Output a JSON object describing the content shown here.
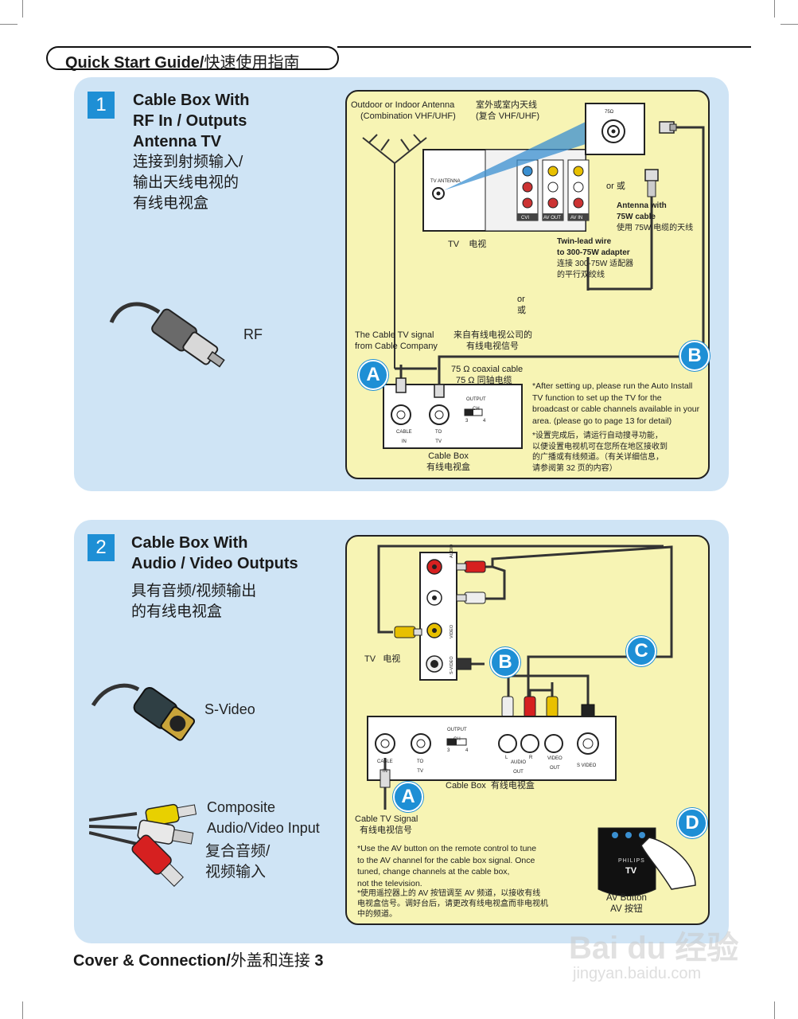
{
  "header": {
    "title_en": "Quick Start Guide/",
    "title_cn": "快速使用指南"
  },
  "section1": {
    "number": "1",
    "title_en": [
      "Cable Box With",
      "RF In / Outputs",
      "Antenna TV"
    ],
    "title_cn": [
      "连接到射频输入/",
      "输出天线电视的",
      "有线电视盒"
    ],
    "connector_label": "RF",
    "labels": {
      "antenna_en": [
        "Outdoor or Indoor Antenna",
        "(Combination VHF/UHF)"
      ],
      "antenna_cn": [
        "室外或室内天线",
        "(复合 VHF/UHF)"
      ],
      "tv_en": "TV",
      "tv_cn": "电视",
      "or1_en": "or",
      "or1_cn": "或",
      "antenna75_en": [
        "Antenna with",
        "75W cable"
      ],
      "antenna75_cn": "使用 75W 电缆的天线",
      "twin_en": [
        "Twin-lead wire",
        "to 300-75W adapter"
      ],
      "twin_cn": [
        "连接 300-75W 适配器",
        "的平行双绞线"
      ],
      "or2_en": "or",
      "or2_cn": "或",
      "cable_signal_en": [
        "The Cable TV signal",
        "from Cable Company"
      ],
      "cable_signal_cn": [
        "来自有线电视公司的",
        "有线电视信号"
      ],
      "coax_en": "75 Ω coaxial cable",
      "coax_cn": "75 Ω  同轴电缆",
      "cable_box_en": "Cable Box",
      "cable_box_cn": "有线电视盒",
      "cable_in": [
        "CABLE",
        "IN"
      ],
      "to_tv": [
        "TO",
        "TV"
      ],
      "output_ch": [
        "OUTPUT",
        "CH"
      ],
      "ch3": "3",
      "ch4": "4",
      "note_en": [
        "*After setting up, please run the Auto Install",
        "TV function to set up the TV for the",
        "broadcast or cable channels available in your",
        "area. (please go to page 13 for detail)"
      ],
      "note_cn": [
        "*设置完成后，请运行自动搜寻功能，",
        "以便设置电视机可在您所在地区接收到",
        "的广播或有线频道。（有关详细信息，",
        "请参阅第 32 页的内容）"
      ],
      "jack_cvi": "CVI",
      "jack_avout": "AV OUT",
      "jack_avin": "AV IN",
      "tv_antenna": "TV ANTENNA",
      "ohm75": "75Ω"
    },
    "bubbles": {
      "a": "A",
      "b": "B"
    }
  },
  "section2": {
    "number": "2",
    "title_en": [
      "Cable Box With",
      "Audio / Video Outputs"
    ],
    "title_cn": [
      "具有音频/视频输出",
      "的有线电视盒"
    ],
    "svideo_label": "S-Video",
    "composite_en": [
      "Composite",
      "Audio/Video Input"
    ],
    "composite_cn": [
      "复合音频/",
      "视频输入"
    ],
    "labels": {
      "tv_en": "TV",
      "tv_cn": "电视",
      "cable_box_en": "Cable Box",
      "cable_box_cn": "有线电视盒",
      "cable_signal_en": "Cable TV Signal",
      "cable_signal_cn": "有线电视信号",
      "cable_in": [
        "CABLE",
        "IN"
      ],
      "to_tv": [
        "TO",
        "TV"
      ],
      "output_ch": [
        "OUTPUT",
        "CH"
      ],
      "ch3": "3",
      "ch4": "4",
      "audio_out": [
        "AUDIO",
        "OUT"
      ],
      "l": "L",
      "r": "R",
      "video_out": [
        "VIDEO",
        "OUT"
      ],
      "s_video": "S VIDEO",
      "jack_audio": "AUDIO",
      "jack_video": "VIDEO",
      "jack_svideo": "S-VIDEO",
      "av_button_en": "AV Button",
      "av_button_cn": "AV 按钮",
      "brand": "PHILIPS",
      "remote_logo": "TV",
      "note_en": [
        "*Use the AV button on the remote control to tune",
        "to the AV channel for the cable box signal.  Once",
        "tuned, change channels at the cable box,",
        "not the television."
      ],
      "note_cn": [
        "*使用遥控器上的 AV 按钮调至 AV 频道，以接收有线",
        "电视盒信号。调好台后，请更改有线电视盒而非电视机",
        "中的频道。"
      ]
    },
    "bubbles": {
      "a": "A",
      "b": "B",
      "c": "C",
      "d": "D"
    }
  },
  "footer": {
    "title_en": "Cover & Connection/",
    "title_cn": "外盖和连接",
    "page": "3"
  },
  "watermark": {
    "text": "Bai du 经验",
    "url": "jingyan.baidu.com"
  },
  "colors": {
    "panel": "#cfe4f5",
    "diagram": "#f7f4b4",
    "accent": "#1e8fd5"
  }
}
